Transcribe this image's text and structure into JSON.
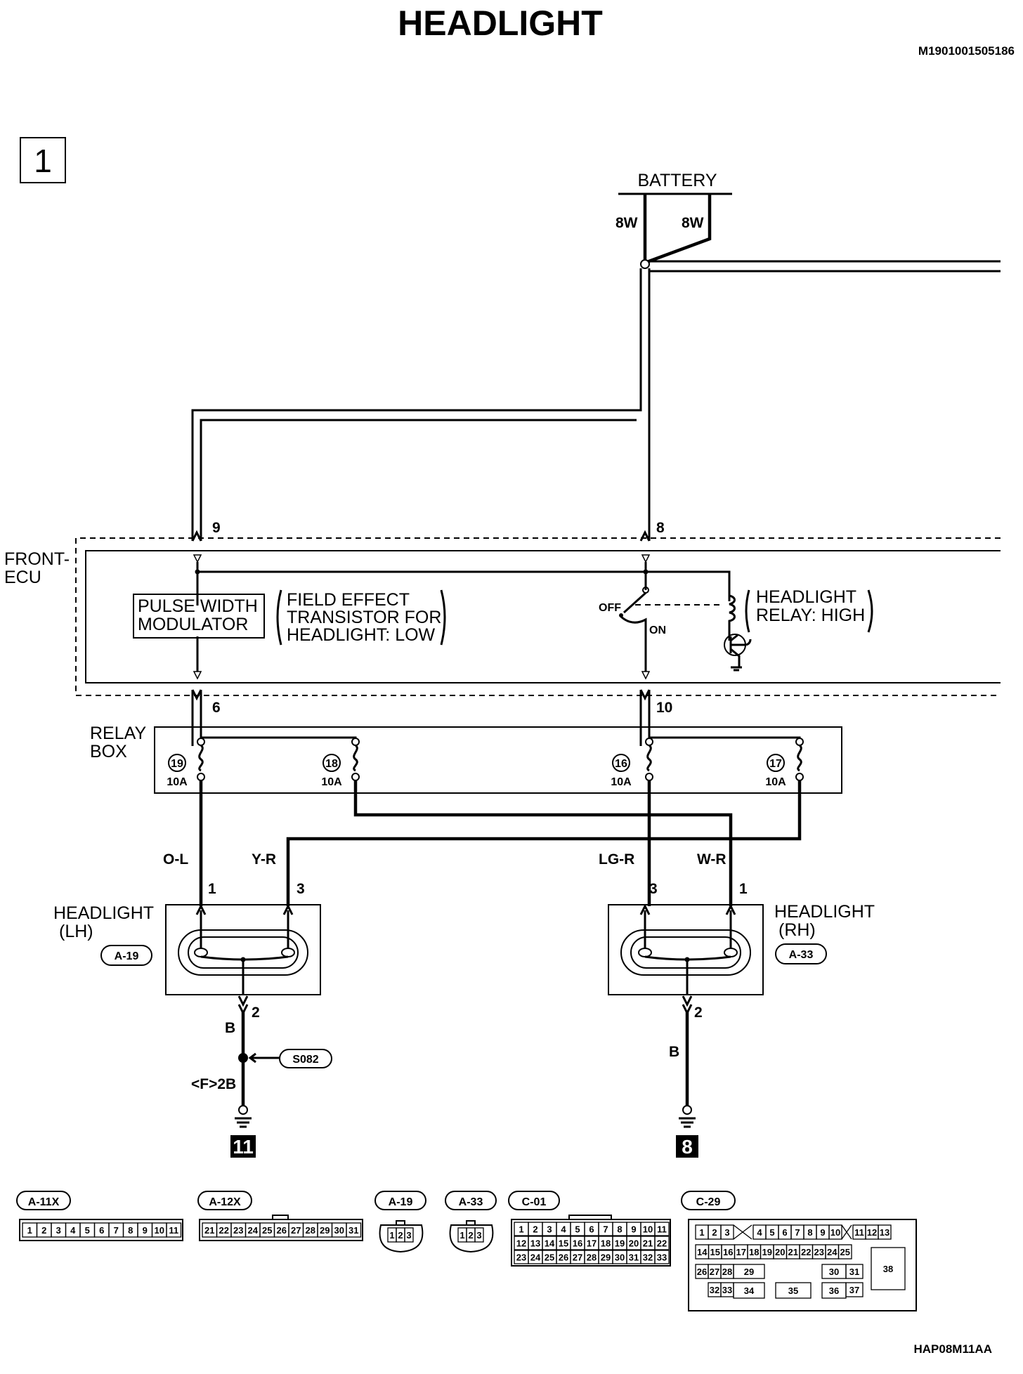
{
  "title": "HEADLIGHT",
  "doc_code": "M1901001505186",
  "footer_code": "HAP08M11AA",
  "page_number": "1",
  "battery": {
    "label": "BATTERY",
    "wire_left": "8W",
    "wire_right": "8W"
  },
  "front_ecu": {
    "label_line1": "FRONT-",
    "label_line2": "ECU",
    "pin_top_left": "9",
    "pin_top_right": "8",
    "pin_bottom_left": "6",
    "pin_bottom_right": "10",
    "pwm_line1": "PULSE WIDTH",
    "pwm_line2": "MODULATOR",
    "fet_line1": "FIELD EFFECT",
    "fet_line2": "TRANSISTOR FOR",
    "fet_line3": "HEADLIGHT: LOW",
    "switch_off": "OFF",
    "switch_on": "ON",
    "relay_line1": "HEADLIGHT",
    "relay_line2": "RELAY: HIGH"
  },
  "relay_box": {
    "label_line1": "RELAY",
    "label_line2": "BOX",
    "fuses": [
      {
        "number": "19",
        "rating": "10A"
      },
      {
        "number": "18",
        "rating": "10A"
      },
      {
        "number": "16",
        "rating": "10A"
      },
      {
        "number": "17",
        "rating": "10A"
      }
    ]
  },
  "wires": {
    "lh_low": "O-L",
    "lh_high": "Y-R",
    "rh_low": "LG-R",
    "rh_high": "W-R",
    "ground_lh": "B",
    "ground_rh": "B",
    "ground_lh_ref": "<F>2B"
  },
  "headlight_lh": {
    "label_line1": "HEADLIGHT",
    "label_line2": "(LH)",
    "connector": "A-19",
    "pin_low": "1",
    "pin_high": "3",
    "pin_ground": "2"
  },
  "headlight_rh": {
    "label_line1": "HEADLIGHT",
    "label_line2": "(RH)",
    "connector": "A-33",
    "pin_low": "3",
    "pin_high": "1",
    "pin_ground": "2"
  },
  "splice": "S082",
  "grounds": {
    "lh": "11",
    "rh": "8"
  },
  "connectors": [
    {
      "name": "A-11X",
      "pins": [
        "1",
        "2",
        "3",
        "4",
        "5",
        "6",
        "7",
        "8",
        "9",
        "10",
        "11"
      ]
    },
    {
      "name": "A-12X",
      "pins": [
        "21",
        "22",
        "23",
        "24",
        "25",
        "26",
        "27",
        "28",
        "29",
        "30",
        "31"
      ]
    },
    {
      "name": "A-19",
      "pins": [
        "1",
        "2",
        "3"
      ]
    },
    {
      "name": "A-33",
      "pins": [
        "1",
        "2",
        "3"
      ]
    },
    {
      "name": "C-01",
      "rows": [
        [
          "1",
          "2",
          "3",
          "4",
          "5",
          "6",
          "7",
          "8",
          "9",
          "10",
          "11"
        ],
        [
          "12",
          "13",
          "14",
          "15",
          "16",
          "17",
          "18",
          "19",
          "20",
          "21",
          "22"
        ],
        [
          "23",
          "24",
          "25",
          "26",
          "27",
          "28",
          "29",
          "30",
          "31",
          "32",
          "33"
        ]
      ]
    },
    {
      "name": "C-29",
      "pins": [
        "1",
        "2",
        "3",
        "4",
        "5",
        "6",
        "7",
        "8",
        "9",
        "10",
        "11",
        "12",
        "13",
        "14",
        "15",
        "16",
        "17",
        "18",
        "19",
        "20",
        "21",
        "22",
        "23",
        "24",
        "25",
        "26",
        "27",
        "28",
        "29",
        "30",
        "31",
        "32",
        "33",
        "34",
        "35",
        "36",
        "37",
        "38"
      ]
    }
  ]
}
